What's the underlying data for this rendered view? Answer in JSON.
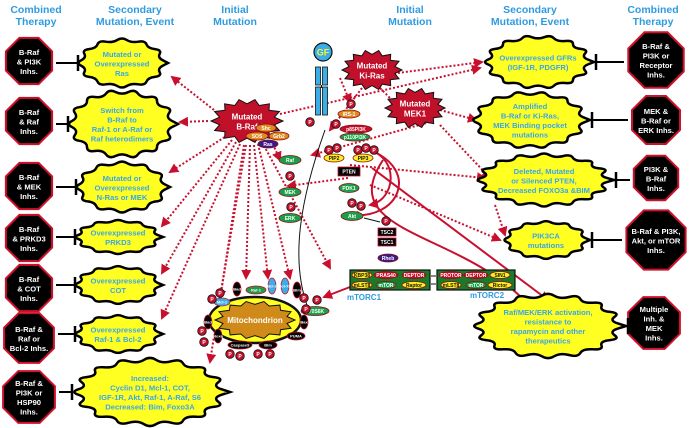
{
  "headers": {
    "left_therapy": "Combined Therapy",
    "left_secondary": "Secondary Mutation, Event",
    "left_initial": "Initial Mutation",
    "right_initial": "Initial Mutation",
    "right_secondary": "Secondary Mutation, Event",
    "right_therapy": "Combined Therapy"
  },
  "initial_mutations": {
    "braf": [
      "Mutated",
      "B-Raf"
    ],
    "kiras": [
      "Mutated",
      "Ki-Ras"
    ],
    "mek1": [
      "Mutated",
      "MEK1"
    ]
  },
  "left_events": [
    {
      "lines": [
        "Mutated or",
        "Overexpressed",
        "Ras"
      ],
      "therapy": [
        "B-Raf",
        "& PI3K",
        "Inhs."
      ]
    },
    {
      "lines": [
        "Switch from",
        "B-Raf to",
        "Raf-1 or A-Raf or",
        "Raf heterodimers"
      ],
      "therapy": [
        "B-Raf",
        "& Raf",
        "Inhs."
      ]
    },
    {
      "lines": [
        "Mutated or",
        "Overexpressed",
        "N-Ras or MEK"
      ],
      "therapy": [
        "B-Raf",
        "& MEK",
        "Inhs."
      ]
    },
    {
      "lines": [
        "Overexpressed",
        "PRKD3"
      ],
      "therapy": [
        "B-Raf",
        "& PRKD3",
        "Inhs."
      ]
    },
    {
      "lines": [
        "Overexpressed",
        "COT"
      ],
      "therapy": [
        "B-Raf",
        "& COT",
        "Inhs."
      ]
    },
    {
      "lines": [
        "Overexpressed",
        "Raf-1 & Bcl-2"
      ],
      "therapy": [
        "B-Raf &",
        "Raf or",
        "Bcl-2 Inhs."
      ]
    },
    {
      "lines": [
        "Increased:",
        "Cyclin D1, Mcl-1, COT,",
        "IGF-1R,  Akt, Raf-1, A-Raf, S6",
        "Decreased: Bim, Foxo3A"
      ],
      "therapy": [
        "B-Raf &",
        "PI3K or",
        "HSP90",
        "Inhs."
      ]
    }
  ],
  "right_events": [
    {
      "lines": [
        "Overexpressed GFRs",
        "(IGF-1R, PDGFR)"
      ],
      "therapy": [
        "B-Raf &",
        "PI3K or",
        "Receptor",
        "Inhs."
      ]
    },
    {
      "lines": [
        "Amplified",
        "B-Raf or Ki-Ras,",
        "MEK Binding pocket",
        "mutations"
      ],
      "therapy": [
        "MEK &",
        "B-Raf or",
        "ERK Inhs."
      ]
    },
    {
      "lines": [
        "Deleted, Mutated",
        "or Silenced PTEN,",
        "Decreased FOXO3a &BIM"
      ],
      "therapy": [
        "PI3K &",
        "B-Raf",
        "Inhs."
      ]
    },
    {
      "lines": [
        "PIK3CA",
        "mutations"
      ],
      "therapy": [
        "B-Raf & PI3K,",
        "Akt, or mTOR",
        "Inhs."
      ]
    },
    {
      "lines": [
        "Raf/MEK/ERK activation,",
        "resistance to",
        "rapamycin and other",
        "therapeutics"
      ],
      "therapy": [
        "Multiple",
        "Inh. &",
        "MEK",
        "Inhs."
      ]
    }
  ],
  "pathway": {
    "gf": "GF",
    "p": "P",
    "shc": "Shc",
    "sos": "SOS",
    "grb2": "Grb2",
    "ras": "Ras",
    "raf": "Raf",
    "mek": "MEK",
    "erk": "ERK",
    "irs1": "IRS-1",
    "p85": "p85PI3K",
    "p110": "p110PI3K",
    "pip2": "PIP2",
    "pip3": "PIP3",
    "pten": "PTEN",
    "pdk1": "PDK1",
    "akt": "Akt",
    "tsc2": "TSC2",
    "tsc1": "TSC1",
    "rheb": "Rheb",
    "p70s6k": "p70S6K",
    "mtorc1": {
      "label": "mTORC1",
      "parts": [
        "KBP38",
        "PRAS40",
        "DEPTOR",
        "mLST8",
        "mTOR",
        "Raptor"
      ]
    },
    "mtorc2": {
      "label": "mTORC2",
      "parts": [
        "PROTOR",
        "DEPTOR",
        "SIN1",
        "mLST8",
        "mTOR",
        "Rictor"
      ]
    }
  },
  "mitochondrion": {
    "label": "Mitochondrion",
    "proteins": [
      "Bad",
      "Raf-1",
      "Bcl-2",
      "Bcl-XL",
      "Bim",
      "Mcl-1",
      "Bad",
      "Noxa",
      "Caspase9",
      "Bim",
      "Bax",
      "PUMA"
    ]
  },
  "colors": {
    "header_blue": "#2f9be0",
    "burst_yellow": "#ffff22",
    "mutation_red": "#c0102a",
    "octagon_black": "#000000",
    "octagon_border": "#d0102a",
    "node_green": "#1a9e4a",
    "node_orange": "#e08a1e",
    "node_purple": "#3a1a8a",
    "mito_orange": "#d08a1a"
  }
}
